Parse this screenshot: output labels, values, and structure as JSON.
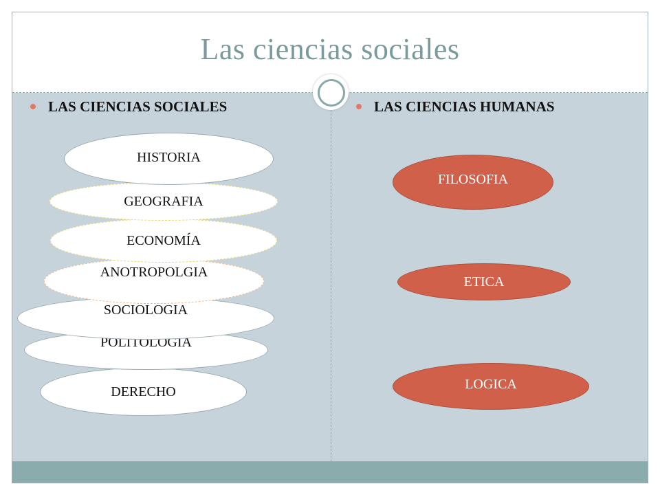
{
  "title": "Las ciencias sociales",
  "left_column": {
    "heading": "LAS CIENCIAS SOCIALES",
    "items": [
      "HISTORIA",
      "GEOGRAFIA",
      "ECONOMÍA",
      "ANOTROPOLGIA",
      "SOCIOLOGIA",
      "POLITOLOGIA",
      "DERECHO"
    ]
  },
  "right_column": {
    "heading": "LAS CIENCIAS HUMANAS",
    "items": [
      "FILOSOFIA",
      "ETICA",
      "LOGICA"
    ]
  },
  "colors": {
    "title": "#7a9a9c",
    "content_background": "#c7d3da",
    "footer_bar": "#8aacac",
    "bullet": "#e07a66",
    "humanities_ellipse": "#d0604a"
  }
}
